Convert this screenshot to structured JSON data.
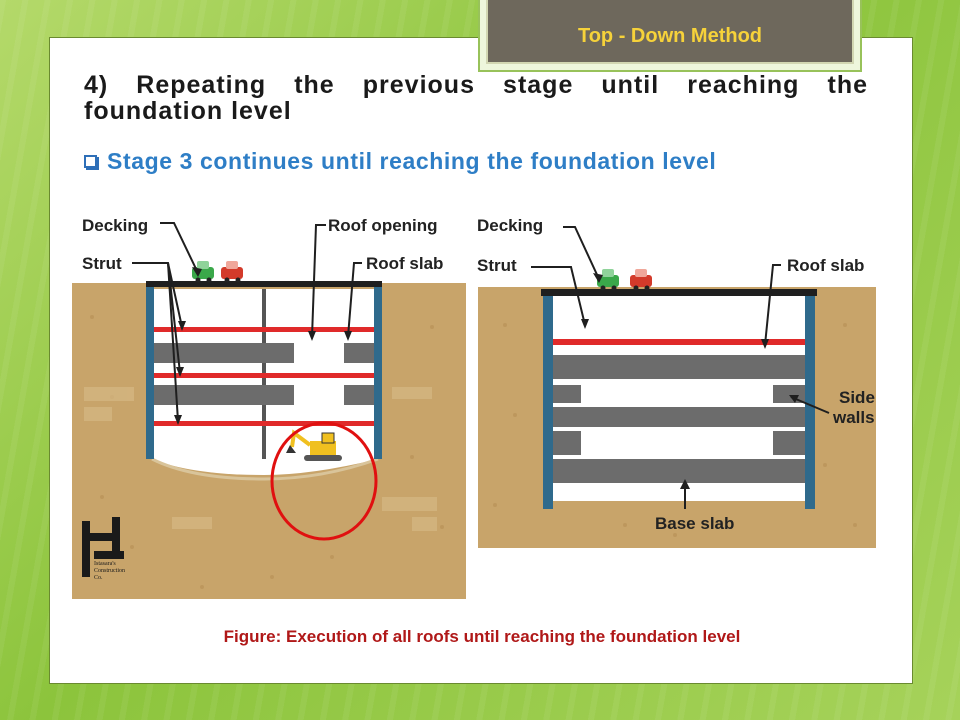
{
  "header": {
    "tag": "Top - Down Method"
  },
  "slide": {
    "title": "4) Repeating the previous stage until reaching the foundation level",
    "bullet": "Stage 3 continues until reaching the foundation level",
    "caption": "Figure: Execution of all roofs until reaching the foundation level"
  },
  "figure_left": {
    "labels": {
      "decking": "Decking",
      "strut": "Strut",
      "roof_opening": "Roof opening",
      "roof_slab": "Roof slab"
    },
    "logo_lines": [
      "Istasara's",
      "Construction",
      "Co."
    ]
  },
  "figure_right": {
    "labels": {
      "decking": "Decking",
      "strut": "Strut",
      "roof_slab": "Roof slab",
      "side_walls_1": "Side",
      "side_walls_2": "walls",
      "base_slab": "Base slab"
    }
  },
  "colors": {
    "soil": "#c8a46a",
    "wall": "#2f6a8c",
    "strut": "#e02a2a",
    "slab": "#6c6c6c",
    "highlight_circle": "#e01010",
    "caption": "#b01818",
    "bullet": "#2e7ec6",
    "tag_text": "#f6d23a"
  },
  "icons": [
    "square-bullet-icon",
    "car-icon",
    "excavator-icon",
    "arrow-icon"
  ]
}
